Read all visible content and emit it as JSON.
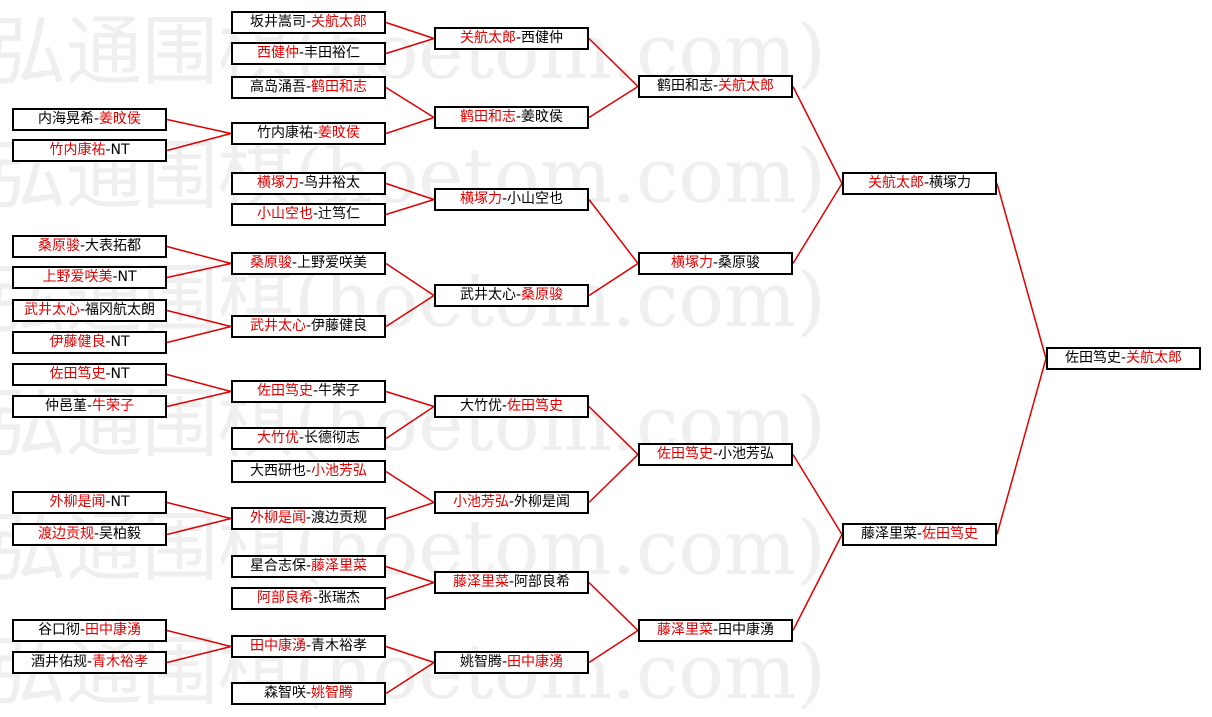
{
  "watermark": "弘通围棋(hoetom.com)",
  "colors": {
    "winner": "#e00000",
    "text": "#000000",
    "line": "#e00000",
    "watermark": "#efefef"
  },
  "matches": {
    "r1_01": {
      "a": "坂井嵩司",
      "b": "关航太郎",
      "winner": "b"
    },
    "r1_02": {
      "a": "西健仲",
      "b": "丰田裕仁",
      "winner": "a"
    },
    "r1_03": {
      "a": "高岛涌吾",
      "b": "鹤田和志",
      "winner": "b"
    },
    "r0_01": {
      "a": "内海晃希",
      "b": "姜旼侯",
      "winner": "b"
    },
    "r0_02": {
      "a": "竹内康祐",
      "b": "NT",
      "winner": "a"
    },
    "r1_04": {
      "a": "竹内康祐",
      "b": "姜旼侯",
      "winner": "b"
    },
    "r1_05": {
      "a": "横塚力",
      "b": "鸟井裕太",
      "winner": "a"
    },
    "r1_06": {
      "a": "小山空也",
      "b": "辻笃仁",
      "winner": "a"
    },
    "r0_03": {
      "a": "桑原骏",
      "b": "大表拓都",
      "winner": "a"
    },
    "r0_04": {
      "a": "上野爱咲美",
      "b": "NT",
      "winner": "a"
    },
    "r1_07": {
      "a": "桑原骏",
      "b": "上野爱咲美",
      "winner": "a"
    },
    "r0_05": {
      "a": "武井太心",
      "b": "福冈航太朗",
      "winner": "a"
    },
    "r0_06": {
      "a": "伊藤健良",
      "b": "NT",
      "winner": "a"
    },
    "r1_08": {
      "a": "武井太心",
      "b": "伊藤健良",
      "winner": "a"
    },
    "r0_07": {
      "a": "佐田笃史",
      "b": "NT",
      "winner": "a"
    },
    "r0_08": {
      "a": "仲邑堇",
      "b": "牛荣子",
      "winner": "b"
    },
    "r1_09": {
      "a": "佐田笃史",
      "b": "牛荣子",
      "winner": "a"
    },
    "r1_10": {
      "a": "大竹优",
      "b": "长德彻志",
      "winner": "a"
    },
    "r1_11": {
      "a": "大西研也",
      "b": "小池芳弘",
      "winner": "b"
    },
    "r0_09": {
      "a": "外柳是闻",
      "b": "NT",
      "winner": "a"
    },
    "r0_10": {
      "a": "渡边贡规",
      "b": "吴柏毅",
      "winner": "a"
    },
    "r1_12": {
      "a": "外柳是闻",
      "b": "渡边贡规",
      "winner": "a"
    },
    "r1_13": {
      "a": "星合志保",
      "b": "藤泽里菜",
      "winner": "b"
    },
    "r1_14": {
      "a": "阿部良希",
      "b": "张瑞杰",
      "winner": "a"
    },
    "r0_11": {
      "a": "谷口彻",
      "b": "田中康湧",
      "winner": "b"
    },
    "r0_12": {
      "a": "酒井佑规",
      "b": "青木裕孝",
      "winner": "b"
    },
    "r1_15": {
      "a": "田中康湧",
      "b": "青木裕孝",
      "winner": "a"
    },
    "r1_16": {
      "a": "森智咲",
      "b": "姚智腾",
      "winner": "b"
    },
    "r2_01": {
      "a": "关航太郎",
      "b": "西健仲",
      "winner": "a"
    },
    "r2_02": {
      "a": "鹤田和志",
      "b": "姜旼侯",
      "winner": "a"
    },
    "r2_03": {
      "a": "横塚力",
      "b": "小山空也",
      "winner": "a"
    },
    "r2_04": {
      "a": "武井太心",
      "b": "桑原骏",
      "winner": "b"
    },
    "r2_05": {
      "a": "大竹优",
      "b": "佐田笃史",
      "winner": "b"
    },
    "r2_06": {
      "a": "小池芳弘",
      "b": "外柳是闻",
      "winner": "a"
    },
    "r2_07": {
      "a": "藤泽里菜",
      "b": "阿部良希",
      "winner": "a"
    },
    "r2_08": {
      "a": "姚智腾",
      "b": "田中康湧",
      "winner": "b"
    },
    "r3_01": {
      "a": "鹤田和志",
      "b": "关航太郎",
      "winner": "b"
    },
    "r3_02": {
      "a": "横塚力",
      "b": "桑原骏",
      "winner": "a"
    },
    "r3_03": {
      "a": "佐田笃史",
      "b": "小池芳弘",
      "winner": "a"
    },
    "r3_04": {
      "a": "藤泽里菜",
      "b": "田中康湧",
      "winner": "a"
    },
    "r4_01": {
      "a": "关航太郎",
      "b": "横塚力",
      "winner": "a"
    },
    "r4_02": {
      "a": "藤泽里菜",
      "b": "佐田笃史",
      "winner": "b"
    },
    "r5_01": {
      "a": "佐田笃史",
      "b": "关航太郎",
      "winner": "b"
    }
  }
}
